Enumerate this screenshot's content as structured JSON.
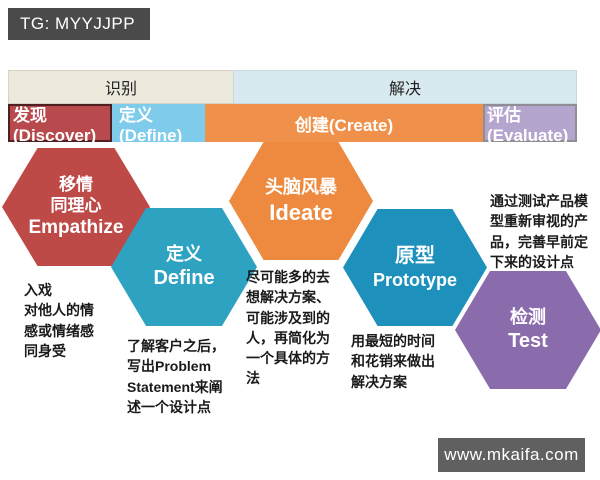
{
  "watermarks": {
    "tg": "TG: MYYJJPP",
    "site": "www.mkaifa.com"
  },
  "phases": {
    "top": [
      {
        "label": "识别"
      },
      {
        "label": "解决"
      }
    ],
    "sub": [
      {
        "label": "发现(Discover)",
        "color": "#b8494c"
      },
      {
        "label": "定义(Define)",
        "color": "#7ecbeb"
      },
      {
        "label": "创建(Create)",
        "color": "#f0914b"
      },
      {
        "label": "评估(Evaluate)",
        "color": "#b4a5ce"
      }
    ]
  },
  "stages": [
    {
      "zh": "移情\n同理心",
      "en": "Empathize",
      "color": "#be4a48",
      "note": "入戏\n对他人的情\n感或情绪感\n同身受"
    },
    {
      "zh": "定义",
      "en": "Define",
      "color": "#2ea3c1",
      "note": "了解客户之后，\n写出Problem\nStatement来阐\n述一个设计点"
    },
    {
      "zh": "头脑风暴",
      "en": "Ideate",
      "color": "#ee8a3f",
      "note": "尽可能多的去\n想解决方案、\n可能涉及到的\n人，再简化为\n一个具体的方\n法"
    },
    {
      "zh": "原型",
      "en": "Prototype",
      "color": "#1e90bc",
      "note": "用最短的时间\n和花销来做出\n解决方案"
    },
    {
      "zh": "检测",
      "en": "Test",
      "color": "#8a6bac",
      "note": "通过测试产品模\n型重新审视的产\n品，完善早前定\n下来的设计点"
    }
  ]
}
